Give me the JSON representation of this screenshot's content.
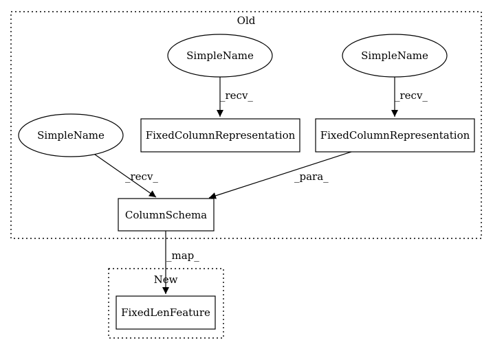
{
  "clusters": {
    "old": {
      "label": "Old"
    },
    "new": {
      "label": "New"
    }
  },
  "nodes": {
    "simplename_1": {
      "label": "SimpleName",
      "shape": "ellipse"
    },
    "simplename_2": {
      "label": "SimpleName",
      "shape": "ellipse"
    },
    "simplename_3": {
      "label": "SimpleName",
      "shape": "ellipse"
    },
    "fixed_col_rep_1": {
      "label": "FixedColumnRepresentation",
      "shape": "box"
    },
    "fixed_col_rep_2": {
      "label": "FixedColumnRepresentation",
      "shape": "box"
    },
    "column_schema": {
      "label": "ColumnSchema",
      "shape": "box"
    },
    "fixed_len_feature": {
      "label": "FixedLenFeature",
      "shape": "box"
    }
  },
  "edges": {
    "recv_1": {
      "label": "_recv_",
      "from": "simplename_1",
      "to": "fixed_col_rep_1"
    },
    "recv_2": {
      "label": "_recv_",
      "from": "simplename_2",
      "to": "fixed_col_rep_2"
    },
    "recv_3": {
      "label": "_recv_",
      "from": "simplename_3",
      "to": "column_schema"
    },
    "para": {
      "label": "_para_",
      "from": "fixed_col_rep_2",
      "to": "column_schema"
    },
    "map": {
      "label": "_map_",
      "from": "column_schema",
      "to": "fixed_len_feature"
    }
  }
}
